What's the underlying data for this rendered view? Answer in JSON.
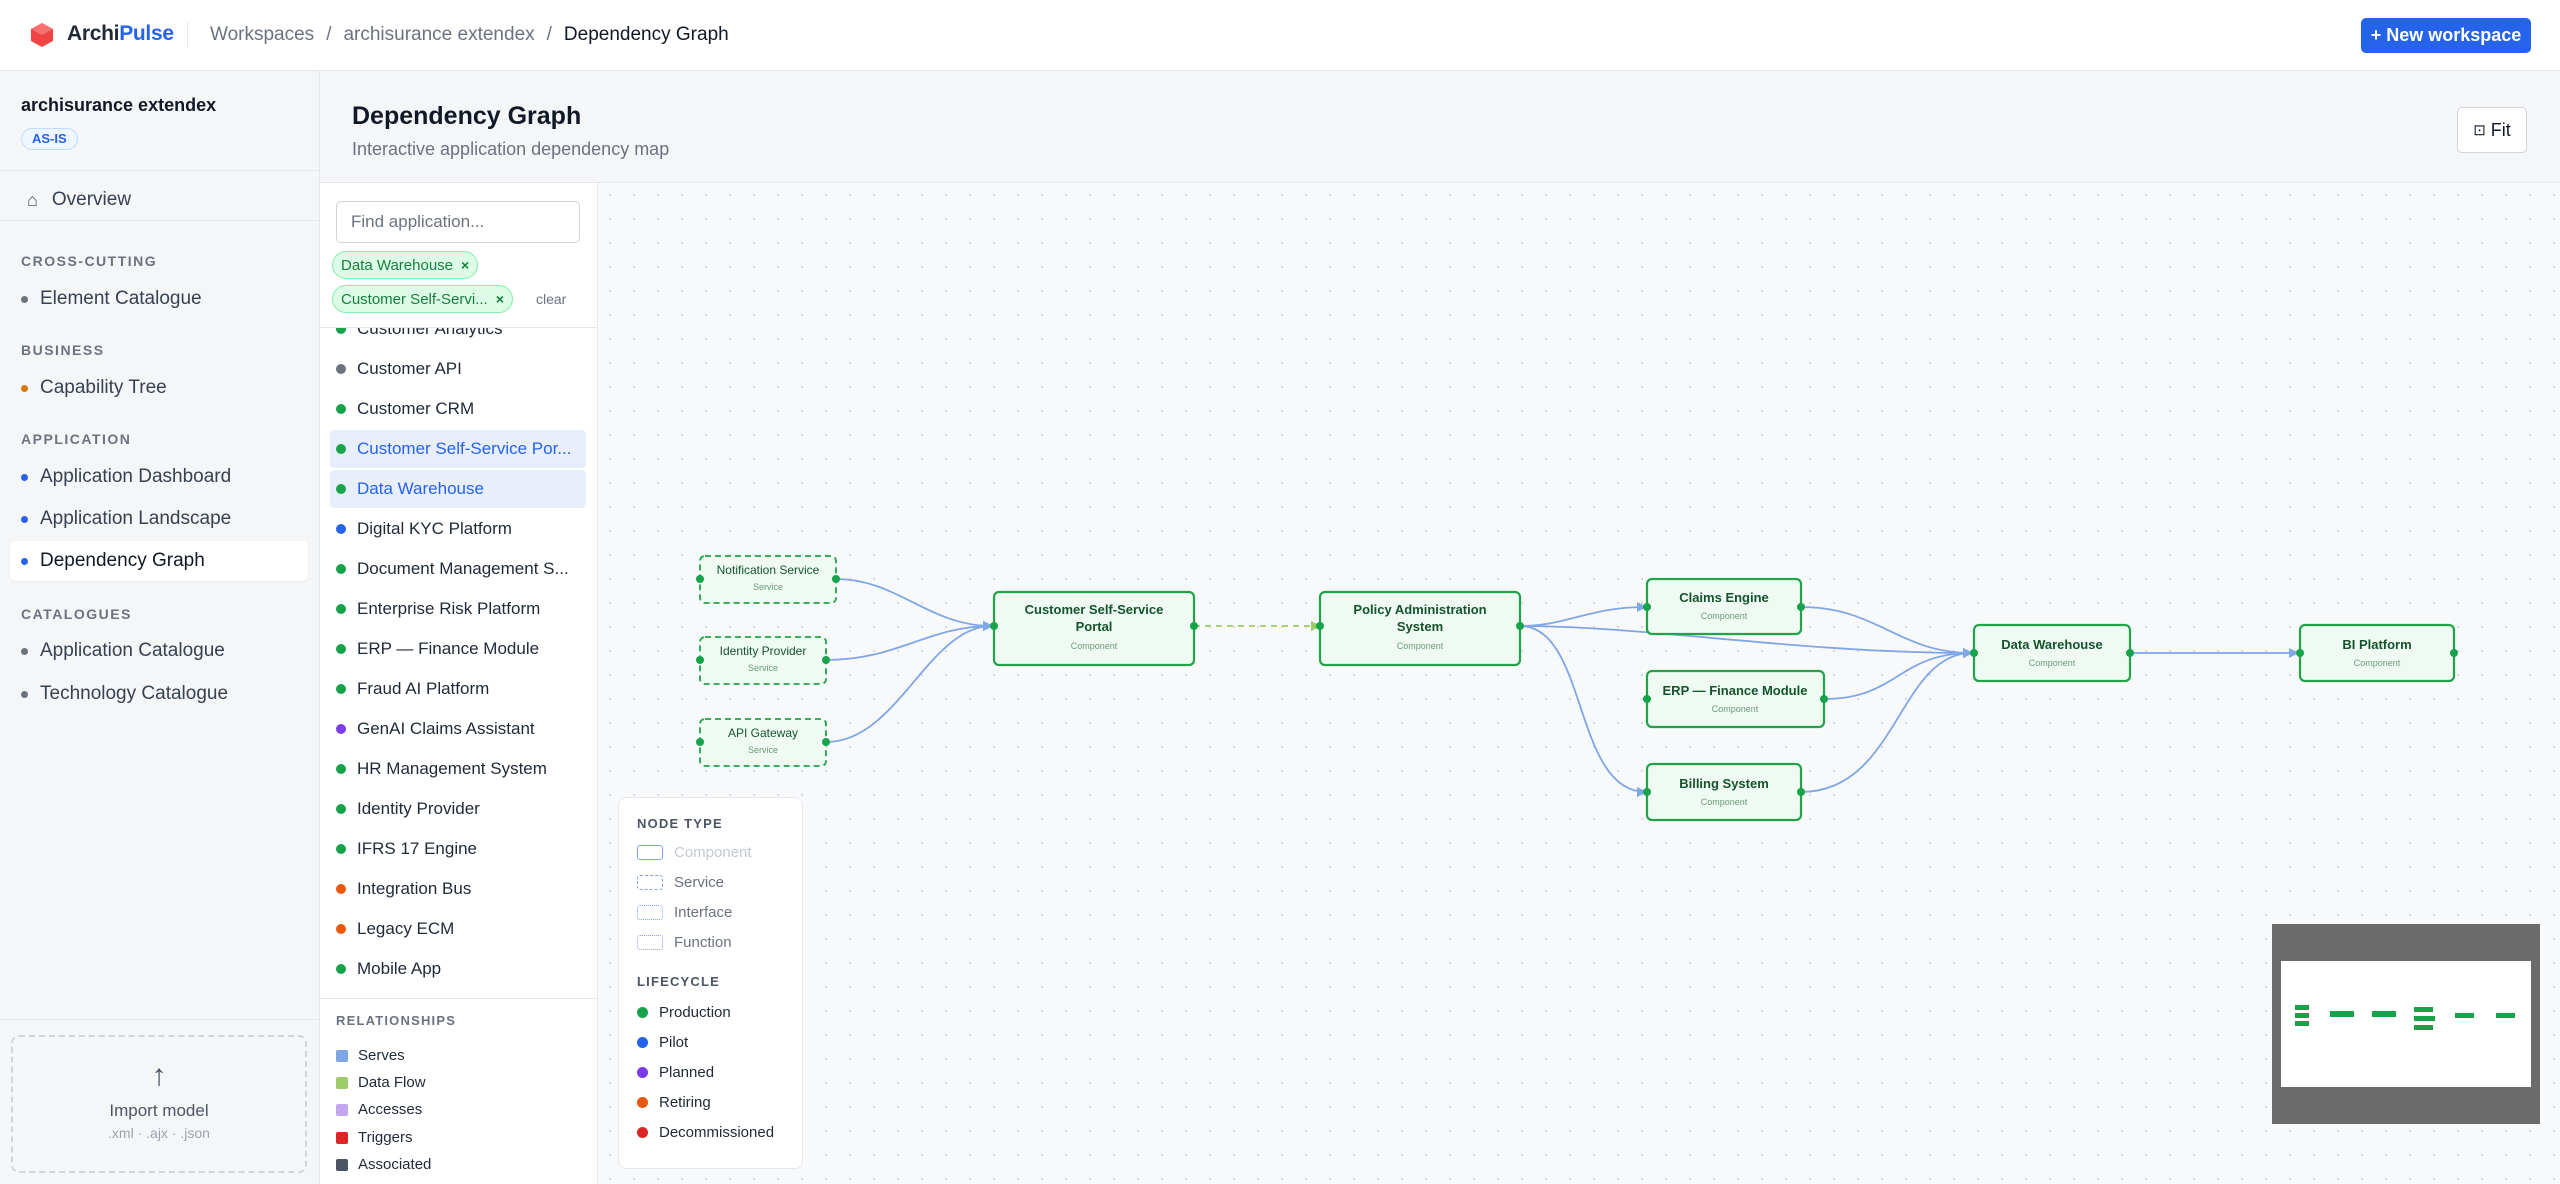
{
  "app": {
    "brand_part1": "Archi",
    "brand_part2": "Pulse",
    "new_workspace_label": "+ New workspace"
  },
  "breadcrumb": [
    "Workspaces",
    "/",
    "archisurance extendex",
    "/",
    "Dependency Graph"
  ],
  "sidebar": {
    "workspace_name": "archisurance extendex",
    "badge": "AS-IS",
    "overview": "Overview",
    "sections": [
      {
        "title": "CROSS-CUTTING",
        "items": [
          {
            "label": "Element Catalogue",
            "dot": "#6b7280"
          }
        ]
      },
      {
        "title": "BUSINESS",
        "items": [
          {
            "label": "Capability Tree",
            "dot": "#d97706"
          }
        ]
      },
      {
        "title": "APPLICATION",
        "items": [
          {
            "label": "Application Dashboard",
            "dot": "#2563eb"
          },
          {
            "label": "Application Landscape",
            "dot": "#2563eb"
          },
          {
            "label": "Dependency Graph",
            "dot": "#2563eb",
            "active": true
          }
        ]
      },
      {
        "title": "CATALOGUES",
        "items": [
          {
            "label": "Application Catalogue",
            "dot": "#6b7280"
          },
          {
            "label": "Technology Catalogue",
            "dot": "#6b7280"
          }
        ]
      }
    ],
    "import": {
      "title": "Import model",
      "formats": ".xml · .ajx · .json"
    }
  },
  "page": {
    "title": "Dependency Graph",
    "subtitle": "Interactive application dependency map",
    "fit_label": "Fit"
  },
  "filter": {
    "placeholder": "Find application...",
    "chips": [
      "Data Warehouse",
      "Customer Self-Servi..."
    ],
    "clear_label": "clear"
  },
  "app_list": [
    {
      "label": "Customer Analytics",
      "dot": "#16a34a"
    },
    {
      "label": "Customer API",
      "dot": "#6b7280"
    },
    {
      "label": "Customer CRM",
      "dot": "#16a34a"
    },
    {
      "label": "Customer Self-Service Por...",
      "dot": "#16a34a",
      "selected": true
    },
    {
      "label": "Data Warehouse",
      "dot": "#16a34a",
      "selected": true
    },
    {
      "label": "Digital KYC Platform",
      "dot": "#2563eb"
    },
    {
      "label": "Document Management S...",
      "dot": "#16a34a"
    },
    {
      "label": "Enterprise Risk Platform",
      "dot": "#16a34a"
    },
    {
      "label": "ERP — Finance Module",
      "dot": "#16a34a"
    },
    {
      "label": "Fraud AI Platform",
      "dot": "#16a34a"
    },
    {
      "label": "GenAI Claims Assistant",
      "dot": "#7c3aed"
    },
    {
      "label": "HR Management System",
      "dot": "#16a34a"
    },
    {
      "label": "Identity Provider",
      "dot": "#16a34a"
    },
    {
      "label": "IFRS 17 Engine",
      "dot": "#16a34a"
    },
    {
      "label": "Integration Bus",
      "dot": "#ea580c"
    },
    {
      "label": "Legacy ECM",
      "dot": "#ea580c"
    },
    {
      "label": "Mobile App",
      "dot": "#16a34a"
    }
  ],
  "relationships": {
    "title": "RELATIONSHIPS",
    "items": [
      {
        "label": "Serves",
        "color": "#7fa6e6"
      },
      {
        "label": "Data Flow",
        "color": "#9ccc65"
      },
      {
        "label": "Accesses",
        "color": "#c4a6f0"
      },
      {
        "label": "Triggers",
        "color": "#dc2626"
      },
      {
        "label": "Associated",
        "color": "#4b5563"
      }
    ]
  },
  "legend": {
    "node_type_title": "NODE TYPE",
    "node_types": [
      "Component",
      "Service",
      "Interface",
      "Function"
    ],
    "lifecycle_title": "LIFECYCLE",
    "lifecycle": [
      {
        "label": "Production",
        "color": "#16a34a"
      },
      {
        "label": "Pilot",
        "color": "#2563eb"
      },
      {
        "label": "Planned",
        "color": "#7c3aed"
      },
      {
        "label": "Retiring",
        "color": "#ea580c"
      },
      {
        "label": "Decommissioned",
        "color": "#dc2626"
      }
    ]
  },
  "graph": {
    "nodes": [
      {
        "id": "notif",
        "name": "Notification Service",
        "type": "Service"
      },
      {
        "id": "idp",
        "name": "Identity Provider",
        "type": "Service"
      },
      {
        "id": "apigw",
        "name": "API Gateway",
        "type": "Service"
      },
      {
        "id": "cssp",
        "name": "Customer Self-Service Portal",
        "type": "Component"
      },
      {
        "id": "pas",
        "name": "Policy Administration System",
        "type": "Component"
      },
      {
        "id": "claims",
        "name": "Claims Engine",
        "type": "Component"
      },
      {
        "id": "erp",
        "name": "ERP — Finance Module",
        "type": "Component"
      },
      {
        "id": "billing",
        "name": "Billing System",
        "type": "Component"
      },
      {
        "id": "dw",
        "name": "Data Warehouse",
        "type": "Component"
      },
      {
        "id": "bi",
        "name": "BI Platform",
        "type": "Component"
      }
    ],
    "edges": [
      {
        "from": "notif",
        "to": "cssp",
        "kind": "serves"
      },
      {
        "from": "idp",
        "to": "cssp",
        "kind": "serves"
      },
      {
        "from": "apigw",
        "to": "cssp",
        "kind": "serves"
      },
      {
        "from": "cssp",
        "to": "pas",
        "kind": "dataflow"
      },
      {
        "from": "pas",
        "to": "claims",
        "kind": "serves"
      },
      {
        "from": "pas",
        "to": "dw",
        "kind": "serves"
      },
      {
        "from": "pas",
        "to": "billing",
        "kind": "serves"
      },
      {
        "from": "claims",
        "to": "dw",
        "kind": "serves"
      },
      {
        "from": "erp",
        "to": "dw",
        "kind": "serves"
      },
      {
        "from": "billing",
        "to": "dw",
        "kind": "serves"
      },
      {
        "from": "dw",
        "to": "bi",
        "kind": "serves"
      }
    ]
  }
}
